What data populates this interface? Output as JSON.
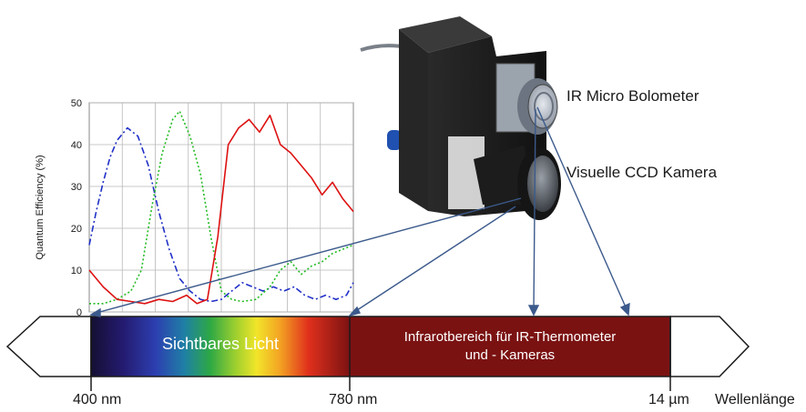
{
  "labels": {
    "ir_camera": "IR Micro Bolometer",
    "ccd_camera": "Visuelle CCD Kamera"
  },
  "spectrum": {
    "visible_label": "Sichtbares Licht",
    "infrared_label_line1": "Infrarotbereich für IR-Thermometer",
    "infrared_label_line2": "und - Kameras",
    "ticks": [
      "400 nm",
      "780 nm",
      "14 µm"
    ],
    "axis_label": "Wellenlänge",
    "colors": {
      "infrared_band": "#7b1212",
      "border": "#1a1a1a"
    }
  },
  "chart_data": {
    "type": "line",
    "ylabel": "Quantum Efficiency (%)",
    "ylim": [
      0,
      50
    ],
    "yticks": [
      0,
      10,
      20,
      30,
      40,
      50
    ],
    "xlim": [
      400,
      780
    ],
    "xlabel": "",
    "grid": true,
    "series": [
      {
        "color": "#2030c8",
        "style": "dashdot",
        "points": [
          [
            400,
            16
          ],
          [
            410,
            24
          ],
          [
            420,
            31
          ],
          [
            430,
            37
          ],
          [
            440,
            41
          ],
          [
            455,
            44
          ],
          [
            470,
            42
          ],
          [
            485,
            35
          ],
          [
            500,
            24
          ],
          [
            515,
            15
          ],
          [
            530,
            8
          ],
          [
            545,
            5
          ],
          [
            560,
            3
          ],
          [
            575,
            2.5
          ],
          [
            590,
            3
          ],
          [
            605,
            5
          ],
          [
            620,
            7
          ],
          [
            635,
            6
          ],
          [
            650,
            5
          ],
          [
            665,
            6
          ],
          [
            680,
            5
          ],
          [
            695,
            6
          ],
          [
            710,
            4
          ],
          [
            725,
            3
          ],
          [
            740,
            4
          ],
          [
            755,
            3
          ],
          [
            770,
            4
          ],
          [
            780,
            7
          ]
        ]
      },
      {
        "color": "#22bb22",
        "style": "dotted",
        "points": [
          [
            400,
            2
          ],
          [
            420,
            2
          ],
          [
            440,
            3
          ],
          [
            460,
            5
          ],
          [
            475,
            10
          ],
          [
            490,
            25
          ],
          [
            505,
            38
          ],
          [
            520,
            46
          ],
          [
            530,
            48
          ],
          [
            545,
            42
          ],
          [
            560,
            33
          ],
          [
            575,
            18
          ],
          [
            590,
            5
          ],
          [
            605,
            3
          ],
          [
            620,
            2.5
          ],
          [
            640,
            3
          ],
          [
            660,
            6
          ],
          [
            675,
            10
          ],
          [
            690,
            12
          ],
          [
            705,
            9
          ],
          [
            720,
            11
          ],
          [
            735,
            12
          ],
          [
            750,
            14
          ],
          [
            765,
            15
          ],
          [
            780,
            16
          ]
        ]
      },
      {
        "color": "#dd1111",
        "style": "solid",
        "points": [
          [
            400,
            10
          ],
          [
            420,
            6
          ],
          [
            440,
            3
          ],
          [
            460,
            2.5
          ],
          [
            480,
            2
          ],
          [
            500,
            3
          ],
          [
            520,
            2.5
          ],
          [
            540,
            4
          ],
          [
            555,
            2
          ],
          [
            570,
            3
          ],
          [
            585,
            18
          ],
          [
            600,
            40
          ],
          [
            615,
            44
          ],
          [
            630,
            46
          ],
          [
            645,
            43
          ],
          [
            660,
            47
          ],
          [
            675,
            40
          ],
          [
            690,
            38
          ],
          [
            705,
            35
          ],
          [
            720,
            32
          ],
          [
            735,
            28
          ],
          [
            750,
            31
          ],
          [
            765,
            27
          ],
          [
            780,
            24
          ]
        ]
      }
    ]
  }
}
